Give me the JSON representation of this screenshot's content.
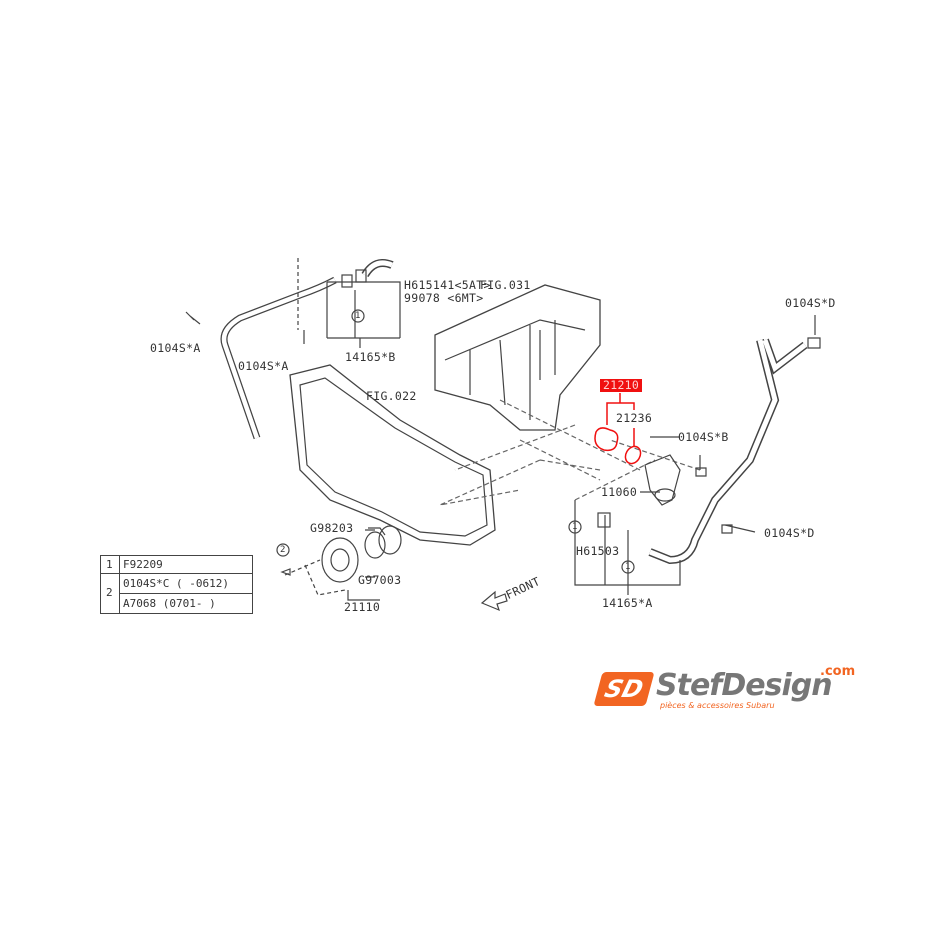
{
  "callouts": {
    "h615141": "H615141<5AT>",
    "c99078": "99078 <6MT>",
    "fig031": "FIG.031",
    "s0104d_top": "0104S*D",
    "s0104a_left": "0104S*A",
    "s0104a_mid": "0104S*A",
    "p14165b": "14165*B",
    "fig022": "FIG.022",
    "p21210": "21210",
    "p21236": "21236",
    "s0104b": "0104S*B",
    "p11060": "11060",
    "g98203": "G98203",
    "s0104d_bottom": "0104S*D",
    "h61503": "H61503",
    "g97003": "G97003",
    "p21110": "21110",
    "front": "FRONT",
    "p14165a": "14165*A",
    "ref1_a": "1",
    "ref1_b": "1",
    "ref1_c": "1",
    "ref2": "2"
  },
  "legend_table": {
    "rows": [
      {
        "ref": "1",
        "part": "F92209"
      },
      {
        "ref": "2",
        "part": "0104S*C ( -0612)"
      },
      {
        "ref": "2",
        "part": "A7068  (0701- )"
      }
    ]
  },
  "highlight_color": "#f01010",
  "logo": {
    "name": "StefDesign",
    "domain": ".com",
    "tagline": "pièces & accessoires Subaru",
    "mark": "SD"
  }
}
